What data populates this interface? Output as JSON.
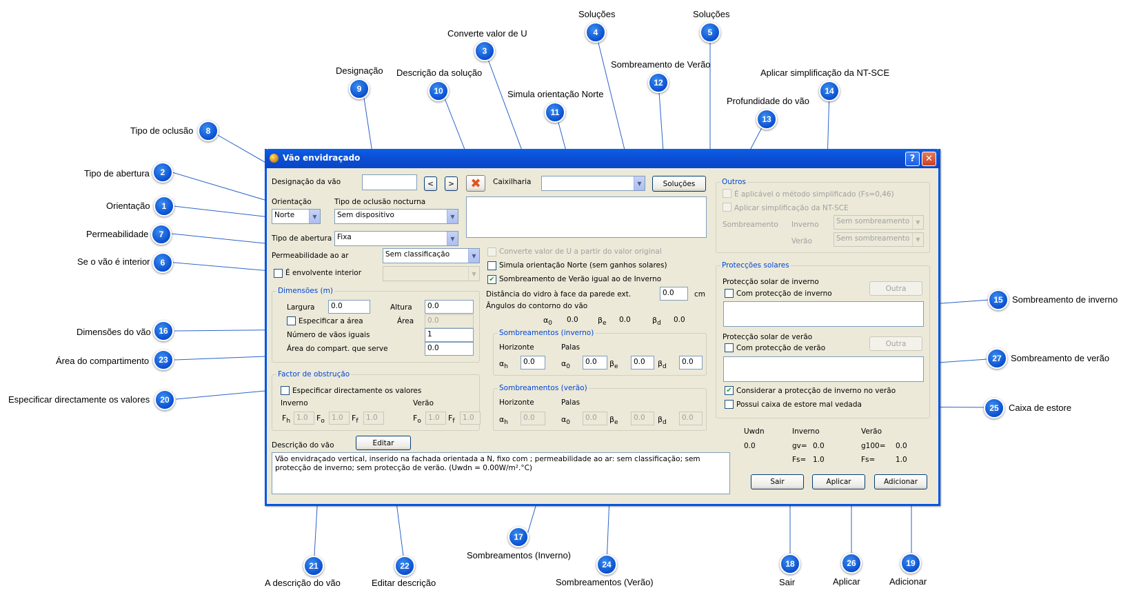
{
  "window": {
    "title": "Vão envidraçado",
    "help": "?",
    "close": "✕"
  },
  "callouts": {
    "c1": "Orientação",
    "c2": "Tipo de abertura",
    "c3": "Converte valor de U",
    "c4": "Soluções",
    "c5": "Soluções",
    "c6": "Se o vão é interior",
    "c7": "Permeabilidade",
    "c8": "Tipo de oclusão",
    "c9": "Designação",
    "c10": "Descrição da solução",
    "c11": "Simula orientação Norte",
    "c12": "Sombreamento de Verão",
    "c13": "Profundidade do vão",
    "c14": "Aplicar simplificação da  NT-SCE",
    "c15": "Sombreamento de inverno",
    "c16": "Dimensões do vão",
    "c17": "Sombreamentos (Inverno)",
    "c18": "Sair",
    "c19": "Adicionar",
    "c20": "Especificar directamente os valores",
    "c21": "A descrição do vão",
    "c22": "Editar descrição",
    "c23": "Área do compartimento",
    "c24": "Sombreamentos (Verão)",
    "c25": "Caixa de estore",
    "c26": "Aplicar",
    "c27": "Sombreamento de verão"
  },
  "badges": {
    "b1": "1",
    "b2": "2",
    "b3": "3",
    "b4": "4",
    "b5": "5",
    "b6": "6",
    "b7": "7",
    "b8": "8",
    "b9": "9",
    "b10": "10",
    "b11": "11",
    "b12": "12",
    "b13": "13",
    "b14": "14",
    "b15": "15",
    "b16": "16",
    "b17": "17",
    "b18": "18",
    "b19": "19",
    "b20": "20",
    "b21": "21",
    "b22": "22",
    "b23": "23",
    "b24": "24",
    "b25": "25",
    "b26": "26",
    "b27": "27"
  },
  "form": {
    "designacao_label": "Designação da vão",
    "designacao_value": "",
    "prev": "<",
    "next": ">",
    "caixilharia_label": "Caixilharia",
    "caixilharia_value": "",
    "solucoes_btn": "Soluções",
    "orientacao_label": "Orientação",
    "orientacao_value": "Norte",
    "ocl_label": "Tipo de oclusão nocturna",
    "ocl_value": "Sem dispositivo",
    "abertura_label": "Tipo de abertura",
    "abertura_value": "Fixa",
    "perm_label": "Permeabilidade ao ar",
    "perm_value": "Sem classificação",
    "interior_label": "É envolvente interior",
    "interior_value": "",
    "converte_label": "Converte valor de U a partir do valor original",
    "norte_label": "Simula orientação Norte (sem ganhos solares)",
    "somb_igual_label": "Sombreamento de Verão igual ao de Inverno",
    "dist_label": "Distância do vidro à face da parede ext.",
    "dist_value": "0.0",
    "dist_unit": "cm",
    "angulos_label": "Ângulos do contorno do vão",
    "a0": "α",
    "a0sub": "0",
    "a0val": "0.0",
    "be": "β",
    "besub": "e",
    "beval": "0.0",
    "bd": "β",
    "bdsub": "d",
    "bdval": "0.0"
  },
  "dim": {
    "title": "Dimensões (m)",
    "largura": "Largura",
    "largura_v": "0.0",
    "altura": "Altura",
    "altura_v": "0.0",
    "espec": "Especificar a área",
    "area": "Área",
    "area_v": "0.0",
    "num": "Número de vãos iguais",
    "num_v": "1",
    "comp": "Área do compart. que serve",
    "comp_v": "0.0"
  },
  "obst": {
    "title": "Factor de obstrução",
    "espec": "Especificar directamente os valores",
    "inverno": "Inverno",
    "verao": "Verão",
    "fh": "F",
    "fhs": "h",
    "fo": "F",
    "fos": "o",
    "ff": "F",
    "ffs": "f",
    "v1": "1.0",
    "v2": "1.0",
    "v3": "1.0",
    "fo2": "F",
    "fo2s": "o",
    "ff2": "F",
    "ff2s": "f",
    "v4": "1.0",
    "v5": "1.0"
  },
  "sinv": {
    "title": "Sombreamentos (inverno)",
    "horiz": "Horizonte",
    "palas": "Palas",
    "ah": "α",
    "ahs": "h",
    "ah_v": "0.0",
    "ao": "α",
    "aos": "0",
    "ao_v": "0.0",
    "be": "β",
    "bes": "e",
    "be_v": "0.0",
    "bd": "β",
    "bds": "d",
    "bd_v": "0.0"
  },
  "sver": {
    "title": "Sombreamentos (verão)",
    "horiz": "Horizonte",
    "palas": "Palas",
    "ah": "α",
    "ahs": "h",
    "ah_v": "0.0",
    "ao": "α",
    "aos": "0",
    "ao_v": "0.0",
    "be": "β",
    "bes": "e",
    "be_v": "0.0",
    "bd": "β",
    "bds": "d",
    "bd_v": "0.0"
  },
  "outros": {
    "title": "Outros",
    "simplif": "É aplicável o método simplificado (Fs=0,46)",
    "aplicar": "Aplicar simplificação da  NT-SCE",
    "somb": "Sombreamento",
    "inverno": "Inverno",
    "verao": "Verão",
    "inv_v": "Sem sombreamento",
    "ver_v": "Sem sombreamento"
  },
  "prot": {
    "title": "Protecções solares",
    "inv_label": "Protecção solar de inverno",
    "inv_chk": "Com protecção de inverno",
    "outra": "Outra",
    "ver_label": "Protecção solar de verão",
    "ver_chk": "Com protecção de verão",
    "outra2": "Outra",
    "considerar": "Considerar a protecção de inverno no verão",
    "estore": "Possui caixa de estore mal vedada"
  },
  "res": {
    "uwdn": "Uwdn",
    "uwdn_v": "0.0",
    "inverno": "Inverno",
    "verao": "Verão",
    "gv": "gv=",
    "gv_v": "0.0",
    "fs1": "Fs=",
    "fs1_v": "1.0",
    "g100": "g100=",
    "g100_v": "0.0",
    "fs2": "Fs=",
    "fs2_v": "1.0"
  },
  "desc": {
    "label": "Descrição do vão",
    "editar": "Editar",
    "text": "Vão envidraçado vertical, inserido na fachada orientada a N, fixo com ; permeabilidade ao ar: sem classificação; sem protecção de inverno; sem protecção de verão. (Uwdn = 0.00W/m².°C)"
  },
  "buttons": {
    "sair": "Sair",
    "aplicar": "Aplicar",
    "adicionar": "Adicionar"
  },
  "colors": {
    "titlebar": "#0a5fe8",
    "badge": "#0a4fd0",
    "dialog": "#ece9d8",
    "group_title": "#0046d5"
  }
}
